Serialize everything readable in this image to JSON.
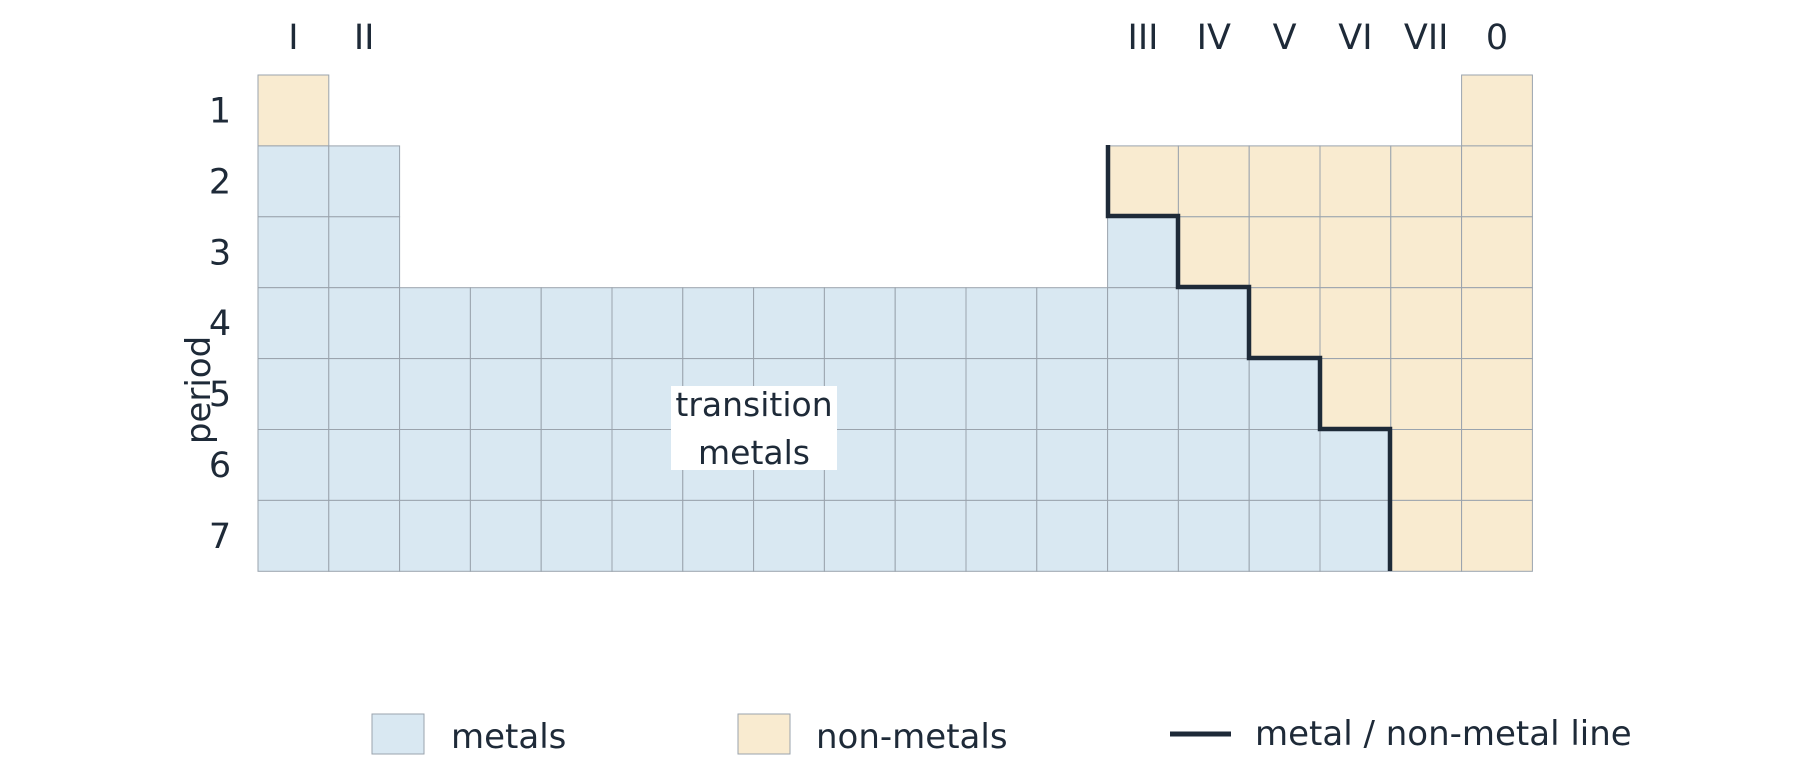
{
  "groups": [
    "I",
    "II",
    "III",
    "IV",
    "V",
    "VI",
    "VII",
    "0"
  ],
  "periods": [
    "1",
    "2",
    "3",
    "4",
    "5",
    "6",
    "7"
  ],
  "axis_label": "period",
  "region_label": [
    "transition",
    "metals"
  ],
  "colors": {
    "metal": "#d9e8f2",
    "non_metal": "#f9ebd0",
    "grid": "#9aa3ad",
    "line": "#1e2a38",
    "text": "#1e2a38"
  },
  "table": [
    "N................N",
    "MM..........NNNNNN",
    "MM..........MNNNNN",
    "MMMMMMMMMMMMMMNNNN",
    "MMMMMMMMMMMMMMMNNN",
    "MMMMMMMMMMMMMMMMNN",
    "MMMMMMMMMMMMMMMMNN"
  ],
  "legend": {
    "metals": "metals",
    "non_metals": "non-metals",
    "line": "metal / non-metal line"
  }
}
